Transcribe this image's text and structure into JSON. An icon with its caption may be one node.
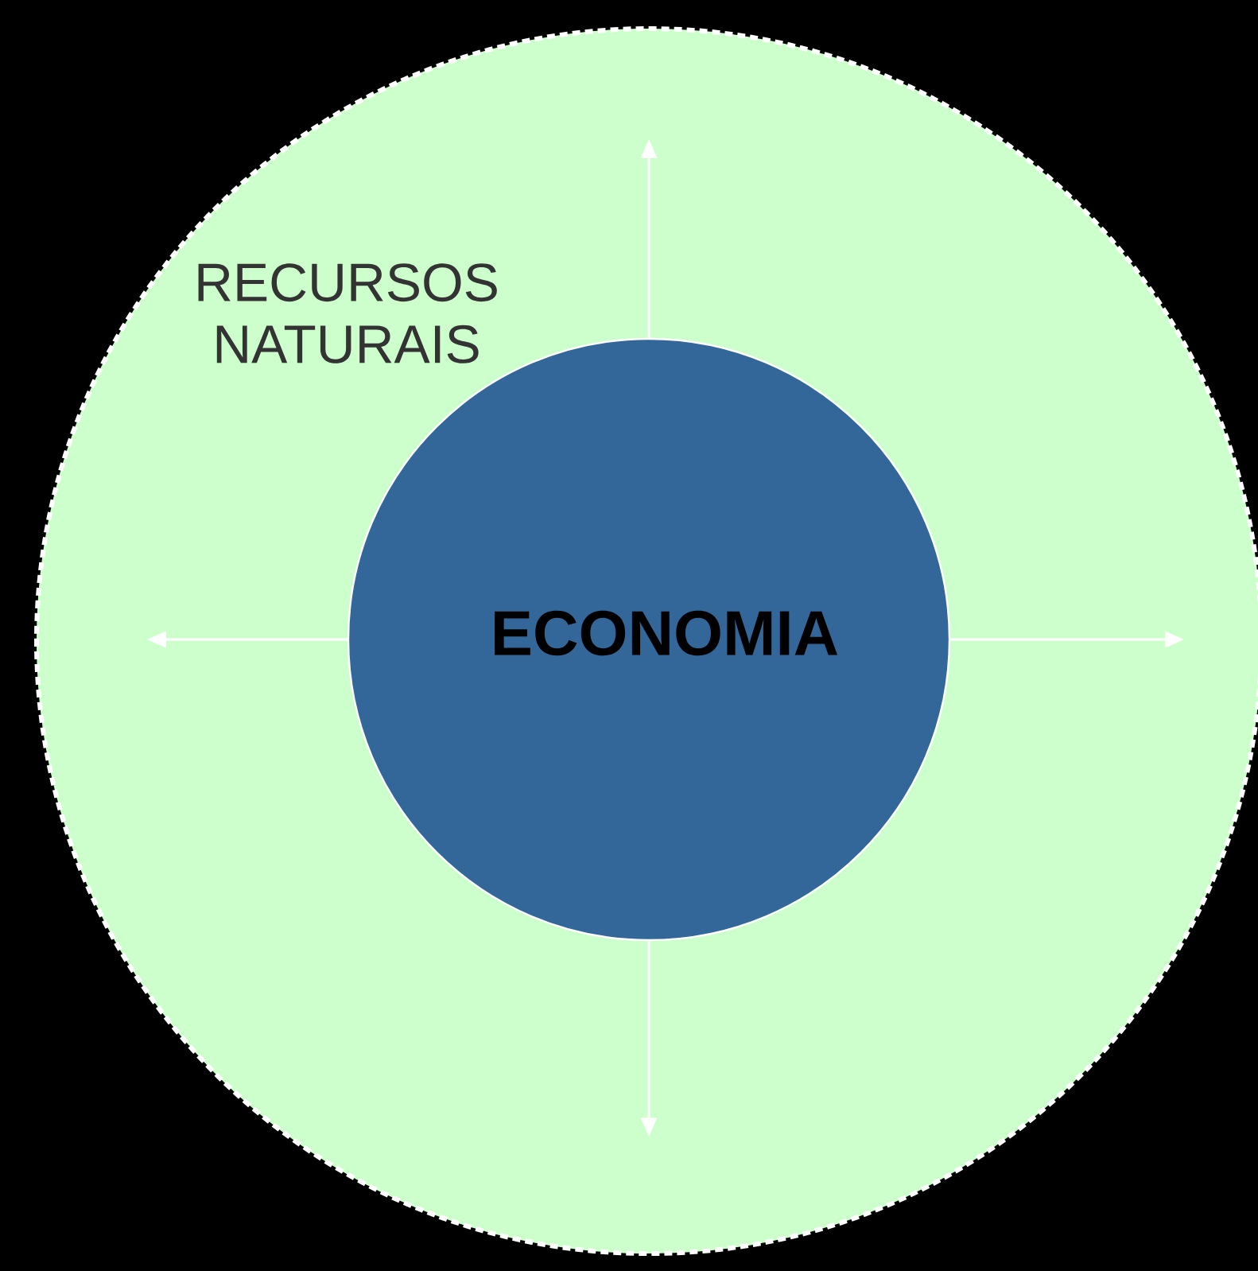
{
  "diagram": {
    "nodes": [
      {
        "text": [
          "RECURSOS NATURAIS"
        ]
      },
      {
        "text": [
          "ECONOMIA"
        ],
        "in": 0
      }
    ],
    "edges": [
      {
        "from": 1,
        "to": null,
        "arrow": "to"
      },
      {
        "from": 1,
        "to": null,
        "arrow": "to"
      },
      {
        "from": 1,
        "to": null,
        "arrow": "to"
      },
      {
        "from": 1,
        "to": null,
        "arrow": "to"
      }
    ]
  }
}
